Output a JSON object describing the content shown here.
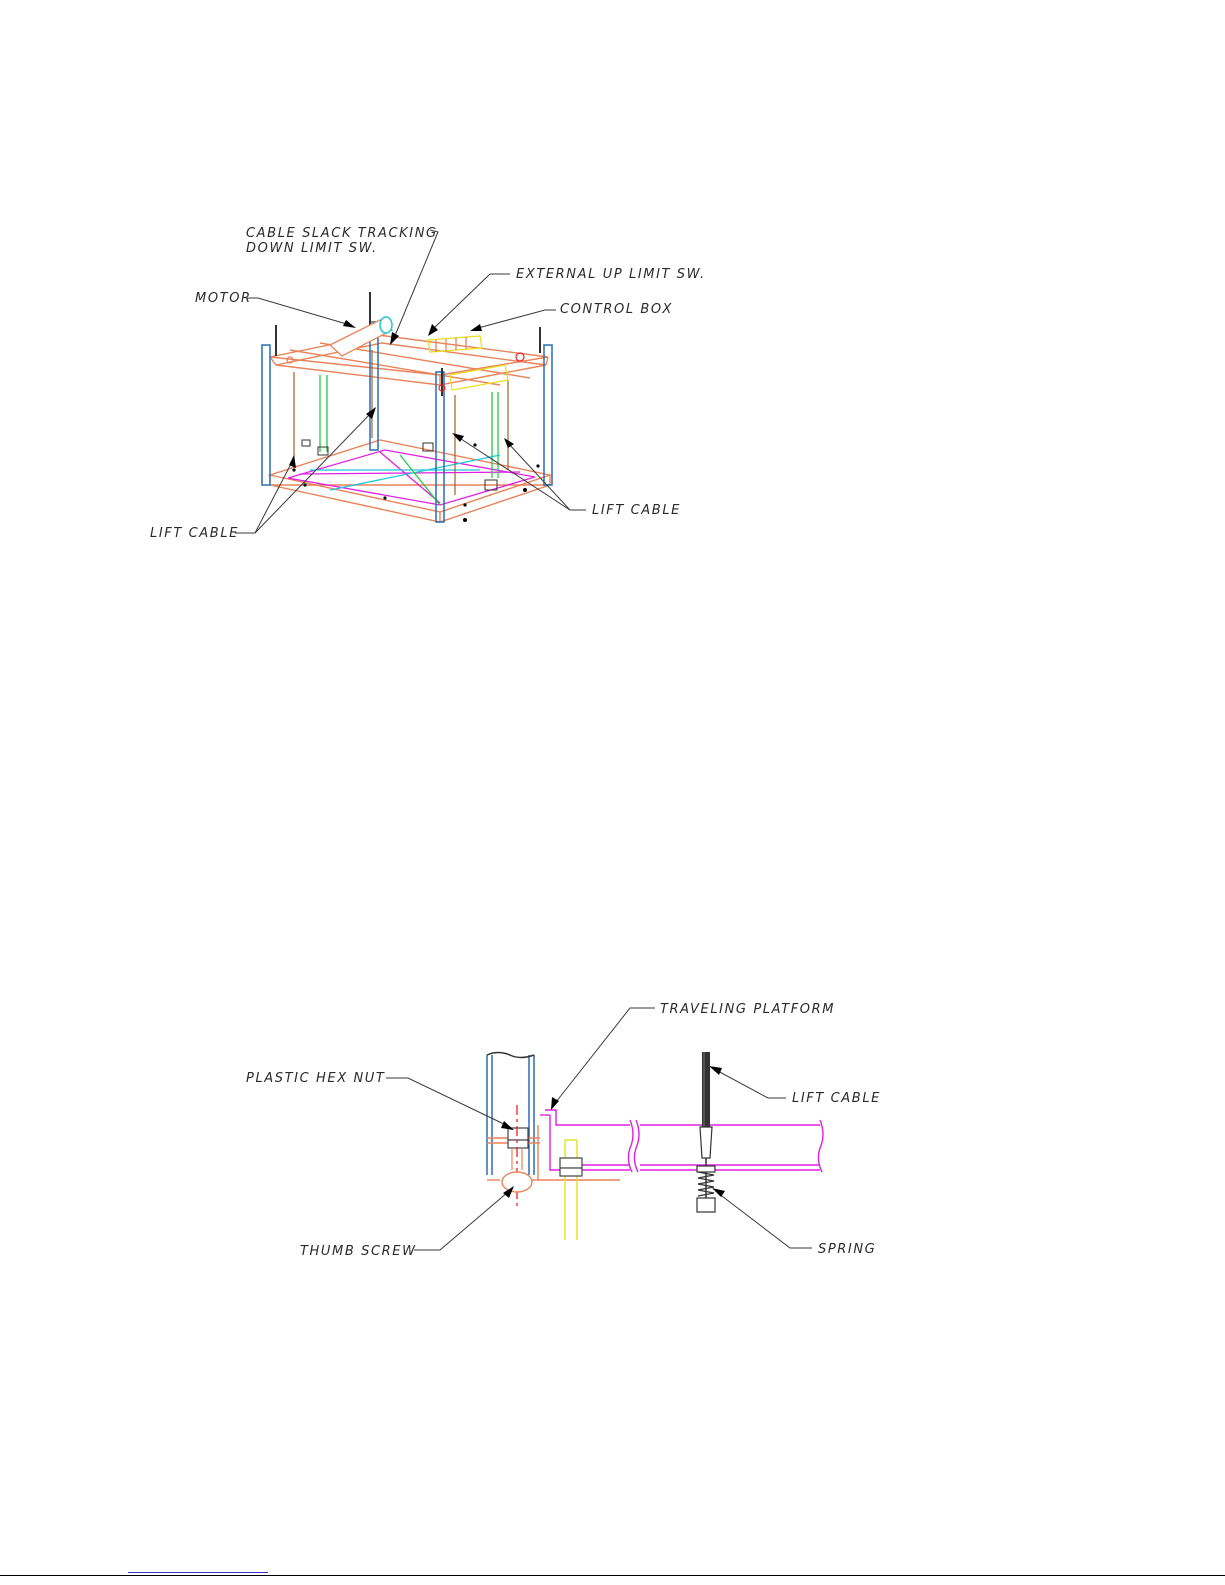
{
  "figure_top": {
    "labels": {
      "cable_slack": "CABLE SLACK TRACKING",
      "down_limit": "DOWN LIMIT SW.",
      "external_up": "EXTERNAL UP LIMIT SW.",
      "motor": "MOTOR",
      "control_box": "CONTROL BOX",
      "lift_cable_left": "LIFT CABLE",
      "lift_cable_right": "LIFT CABLE"
    }
  },
  "figure_bottom": {
    "labels": {
      "traveling_platform": "TRAVELING PLATFORM",
      "plastic_hex_nut": "PLASTIC HEX NUT",
      "lift_cable": "LIFT CABLE",
      "thumb_screw": "THUMB SCREW",
      "spring": "SPRING"
    }
  },
  "colors": {
    "frame_orange": "#e8835a",
    "post_blue": "#2a6fb0",
    "green": "#22cc44",
    "magenta": "#e020e0",
    "yellow": "#e8e020",
    "red": "#ee2020",
    "cyan": "#20c8d8",
    "brown": "#a06030"
  }
}
